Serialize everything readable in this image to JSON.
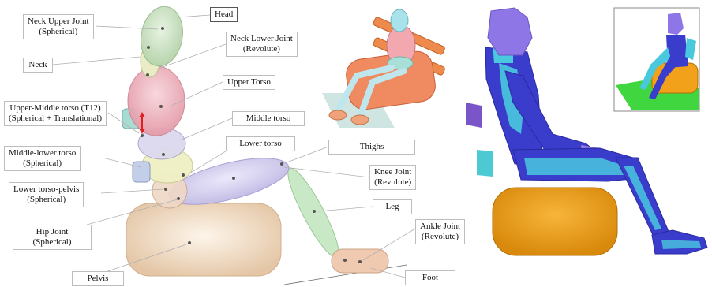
{
  "labels": {
    "head": "Head",
    "neck_upper_joint": [
      "Neck Upper Joint",
      "(Spherical)"
    ],
    "neck_lower_joint": [
      "Neck Lower Joint",
      "(Revolute)"
    ],
    "neck": "Neck",
    "upper_torso": "Upper Torso",
    "upper_middle_torso": [
      "Upper-Middle torso (T12)",
      "(Spherical + Translational)"
    ],
    "middle_torso": "Middle torso",
    "lower_torso": "Lower torso",
    "middle_lower_torso": [
      "Middle-lower torso",
      "(Spherical)"
    ],
    "thighs": "Thighs",
    "knee_joint": [
      "Knee Joint",
      "(Revolute)"
    ],
    "lower_torso_pelvis": [
      "Lower torso-pelvis",
      "(Spherical)"
    ],
    "leg": "Leg",
    "hip_joint": [
      "Hip Joint",
      "(Spherical)"
    ],
    "ankle_joint": [
      "Ankle Joint",
      "(Revolute)"
    ],
    "pelvis": "Pelvis",
    "foot": "Foot"
  },
  "colors": {
    "head": "#cfe6c7",
    "neck": "#e9ecc4",
    "upper_torso": "#f2b8c2",
    "middle_torso": "#dcd9ef",
    "lower_torso": "#f0f0c4",
    "thigh": "#d9d2f0",
    "leg": "#c8e8c6",
    "foot": "#efc9b0",
    "pelvis": "#f2dcc0",
    "arm_block": "#a8dcd3",
    "seat_orange": "#f08a60",
    "fe_dark_blue": "#3a3ccc",
    "fe_cyan": "#4ac8de",
    "fe_purple": "#9a7fe0",
    "fe_seat": "#f2a21a",
    "fe_floor": "#3fd63f"
  }
}
